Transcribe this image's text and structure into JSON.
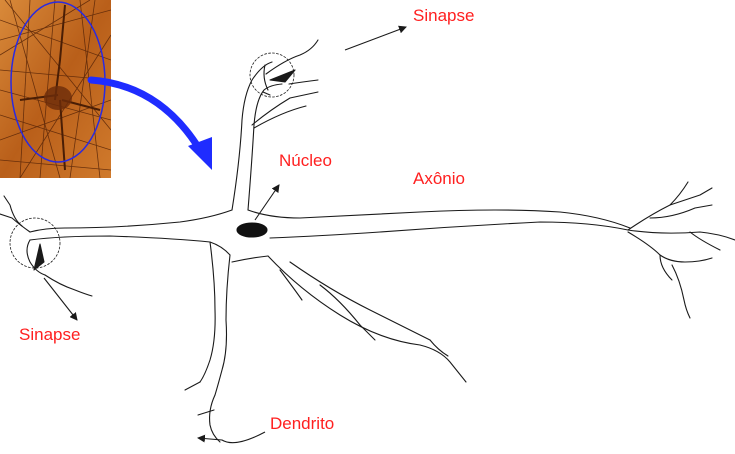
{
  "labels": {
    "synapse_top": "Sinapse",
    "nucleus": "Núcleo",
    "axon": "Axônio",
    "synapse_left": "Sinapse",
    "dendrite": "Dendrito"
  },
  "colors": {
    "label": "#ff2020",
    "pointer_arrow": "#1f2cff",
    "photo_outline": "#2a2ae0",
    "photo_tissue": "#c66a1e",
    "neuron_line": "#1a1a1a",
    "background": "#ffffff"
  },
  "icons": {
    "photo": "micrograph-neuron-photo",
    "big_arrow": "curved-blue-arrow"
  }
}
